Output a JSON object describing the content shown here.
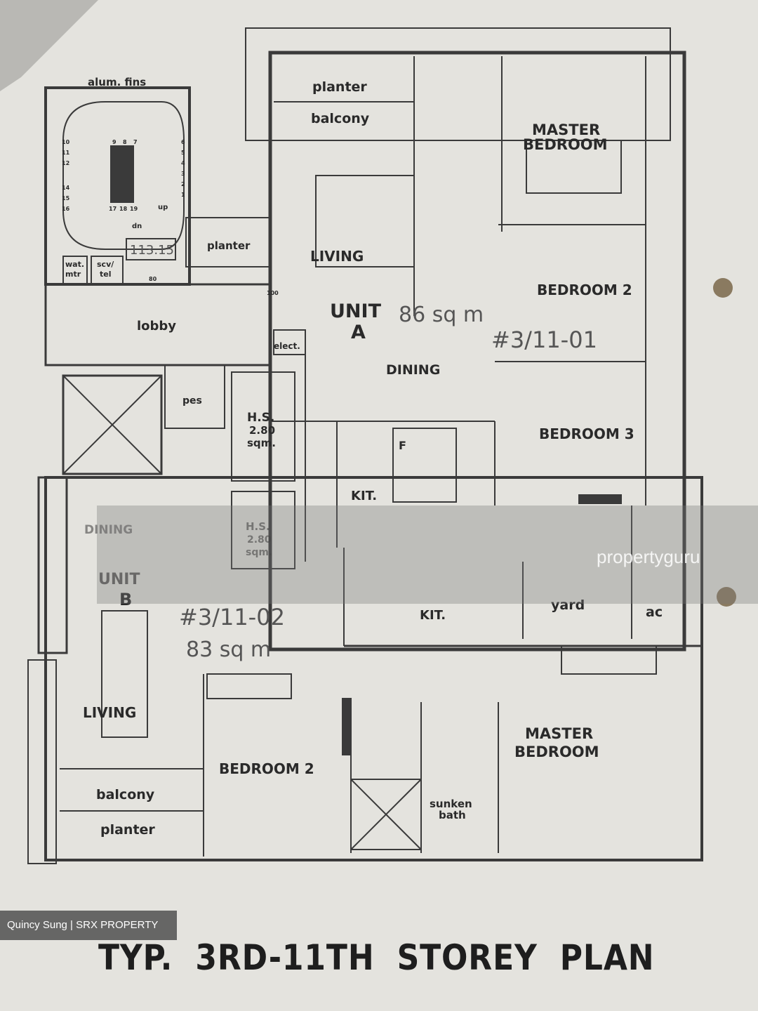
{
  "plan": {
    "title": "TYP. 3RD-11TH  STOREY PLAN",
    "credit": "Quincy Sung | SRX PROPERTY",
    "watermark": "propertyguru",
    "core": {
      "alum_fins": "alum. fins",
      "stair_numbers": [
        "1",
        "2",
        "3",
        "4",
        "5",
        "6",
        "7",
        "8",
        "9",
        "10",
        "11",
        "12",
        "14",
        "15",
        "16",
        "17",
        "18",
        "19"
      ],
      "up": "up",
      "dn": "dn",
      "level": "113.15",
      "wat_mtr": [
        "wat.",
        "mtr"
      ],
      "scv_tel": [
        "scv/",
        "tel"
      ],
      "lobby": "lobby",
      "planter": "planter",
      "elect": "elect.",
      "pes": "pes"
    },
    "unit_a": {
      "name": [
        "UNIT",
        "A"
      ],
      "area": "86 sq m",
      "unit_no": "#3/11-01",
      "rooms": {
        "planter": "planter",
        "balcony": "balcony",
        "master_bedroom": [
          "MASTER",
          "BEDROOM"
        ],
        "living": "LIVING",
        "bedroom2": "BEDROOM 2",
        "dining": "DINING",
        "bedroom3": "BEDROOM 3",
        "hs": [
          "H.S.",
          "2.80",
          "sqm."
        ],
        "kit": "KIT.",
        "fridge": "F"
      }
    },
    "unit_b": {
      "name": [
        "UNIT",
        "B"
      ],
      "area": "83 sq m",
      "unit_no": "#3/11-02",
      "rooms": {
        "dining": "DINING",
        "hs": [
          "H.S.",
          "2.80",
          "sqm."
        ],
        "kit": "KIT.",
        "yard": "yard",
        "ac": "ac",
        "living": "LIVING",
        "bedroom2": "BEDROOM 2",
        "master_bedroom": [
          "MASTER",
          "BEDROOM"
        ],
        "sunken_bath": [
          "sunken",
          "bath"
        ],
        "balcony": "balcony",
        "planter": "planter"
      }
    },
    "dims": [
      "80",
      "100"
    ],
    "colors": {
      "paper": "#e4e3de",
      "ink": "#3a3a3a",
      "background": "#b9b8b4"
    }
  }
}
